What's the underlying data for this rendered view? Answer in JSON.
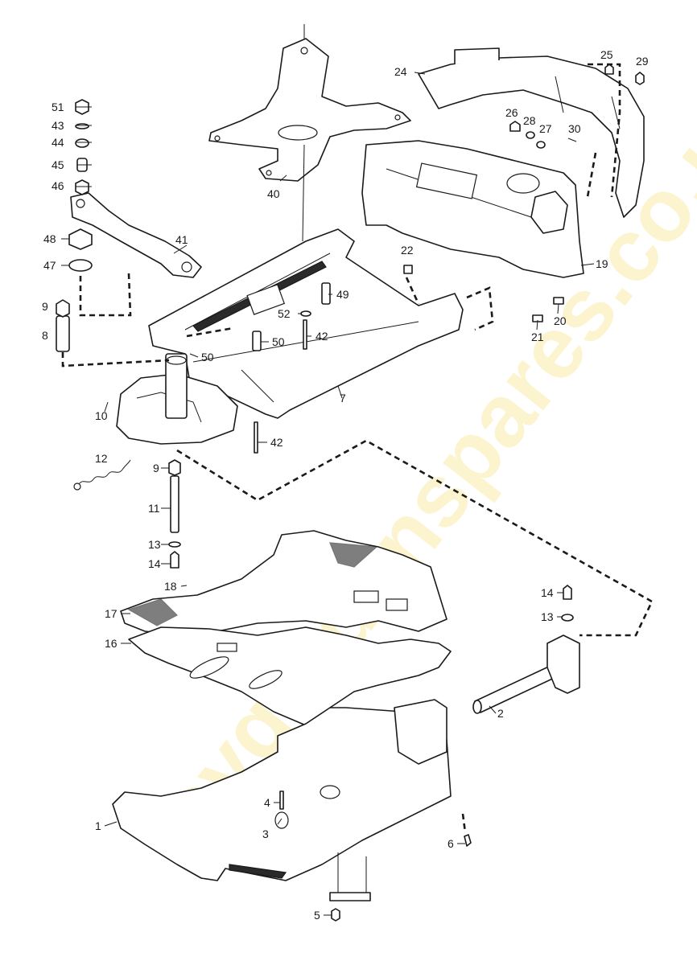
{
  "callouts": {
    "p1": "1",
    "p2": "2",
    "p3": "3",
    "p4": "4",
    "p5": "5",
    "p6": "6",
    "p7": "7",
    "p8": "8",
    "p9a": "9",
    "p9b": "9",
    "p10": "10",
    "p11": "11",
    "p12": "12",
    "p13a": "13",
    "p13b": "13",
    "p14a": "14",
    "p14b": "14",
    "p16": "16",
    "p17": "17",
    "p18": "18",
    "p19": "19",
    "p20": "20",
    "p21": "21",
    "p22": "22",
    "p24": "24",
    "p25": "25",
    "p26": "26",
    "p27": "27",
    "p28": "28",
    "p29": "29",
    "p30": "30",
    "p40": "40",
    "p41": "41",
    "p42a": "42",
    "p42b": "42",
    "p43": "43",
    "p44": "44",
    "p45": "45",
    "p46": "46",
    "p47": "47",
    "p48": "48",
    "p49": "49",
    "p50a": "50",
    "p50b": "50",
    "p51": "51",
    "p52": "52"
  },
  "watermark": "mygardenspares.co.uk",
  "colors": {
    "line": "#1a1a1a",
    "watermark": "#f5e06a",
    "background": "#ffffff"
  }
}
